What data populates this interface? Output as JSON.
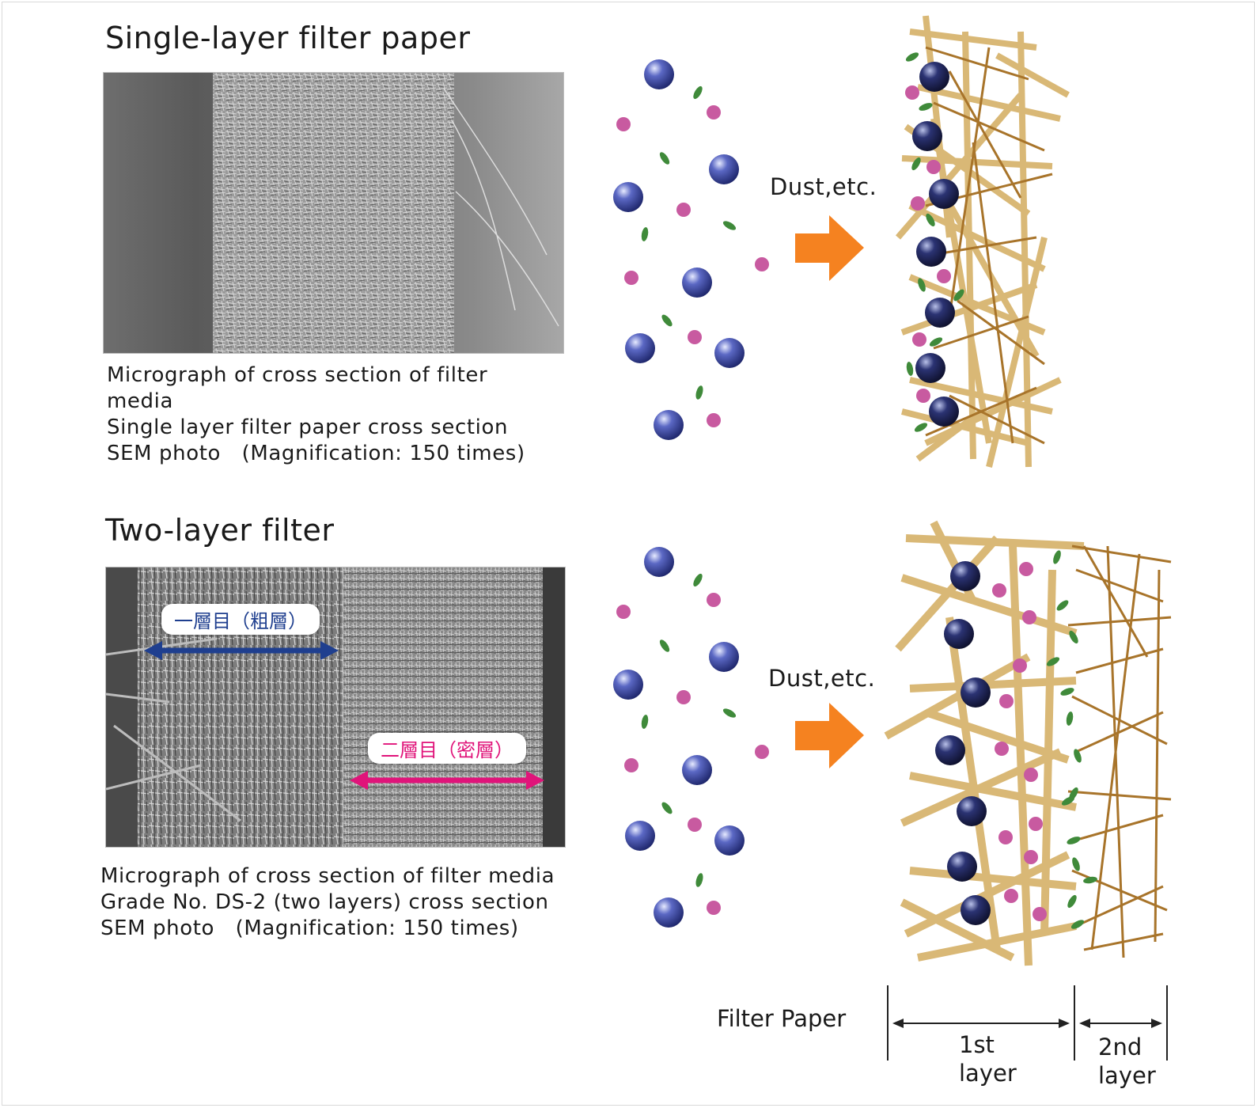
{
  "single": {
    "title": "Single-layer filter paper",
    "caption_line1": "Micrograph of cross section of filter",
    "caption_line2": "media",
    "caption_line3": "Single layer filter paper cross section",
    "caption_line4": "SEM photo　(Magnification: 150 times)",
    "arrow_label": "Dust,etc."
  },
  "double": {
    "title": "Two-layer filter",
    "caption_line1": "Micrograph of cross section of filter media",
    "caption_line2": "Grade No. DS-2 (two layers) cross section",
    "caption_line3": "SEM photo　(Magnification: 150 times)",
    "arrow_label": "Dust,etc.",
    "layer1_tag": "一層目（粗層）",
    "layer2_tag": "二層目（密層）"
  },
  "legend": {
    "filter_paper": "Filter Paper",
    "first_layer_a": "1st",
    "first_layer_b": "layer",
    "second_layer_a": "2nd",
    "second_layer_b": "layer"
  },
  "colors": {
    "arrow": "#f58220",
    "coarse_fiber": "#d8b56f",
    "fine_fiber": "#a8742a",
    "sphere": "#3a48a0",
    "pink_particle": "#c85aa0",
    "green_particle": "#3f8a3a",
    "layer1_arrow": "#1f3f8f",
    "layer2_arrow": "#e0147a"
  }
}
